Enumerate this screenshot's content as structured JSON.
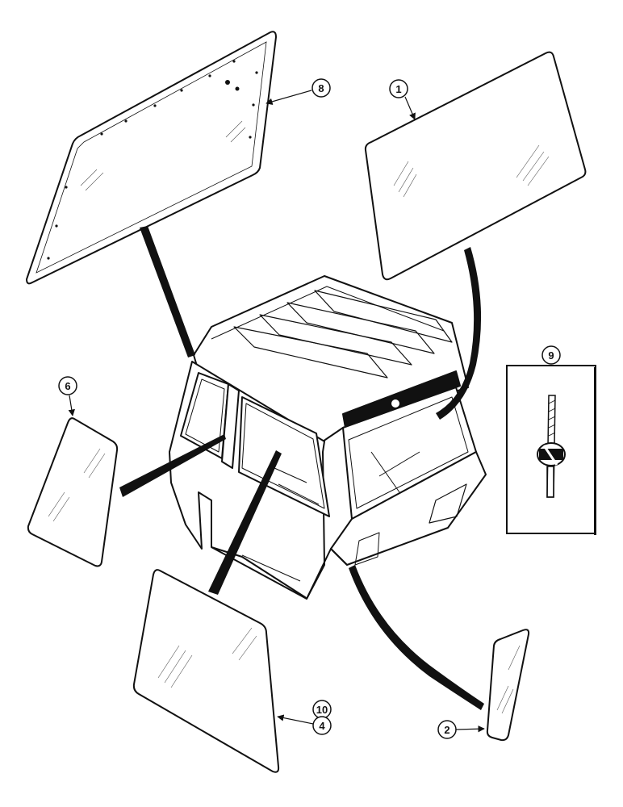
{
  "callouts": {
    "c8": "8",
    "c1": "1",
    "c6": "6",
    "c9": "9",
    "c10": "10",
    "c4": "4",
    "c2": "2"
  },
  "colors": {
    "ink": "#111111",
    "paper": "#ffffff"
  }
}
